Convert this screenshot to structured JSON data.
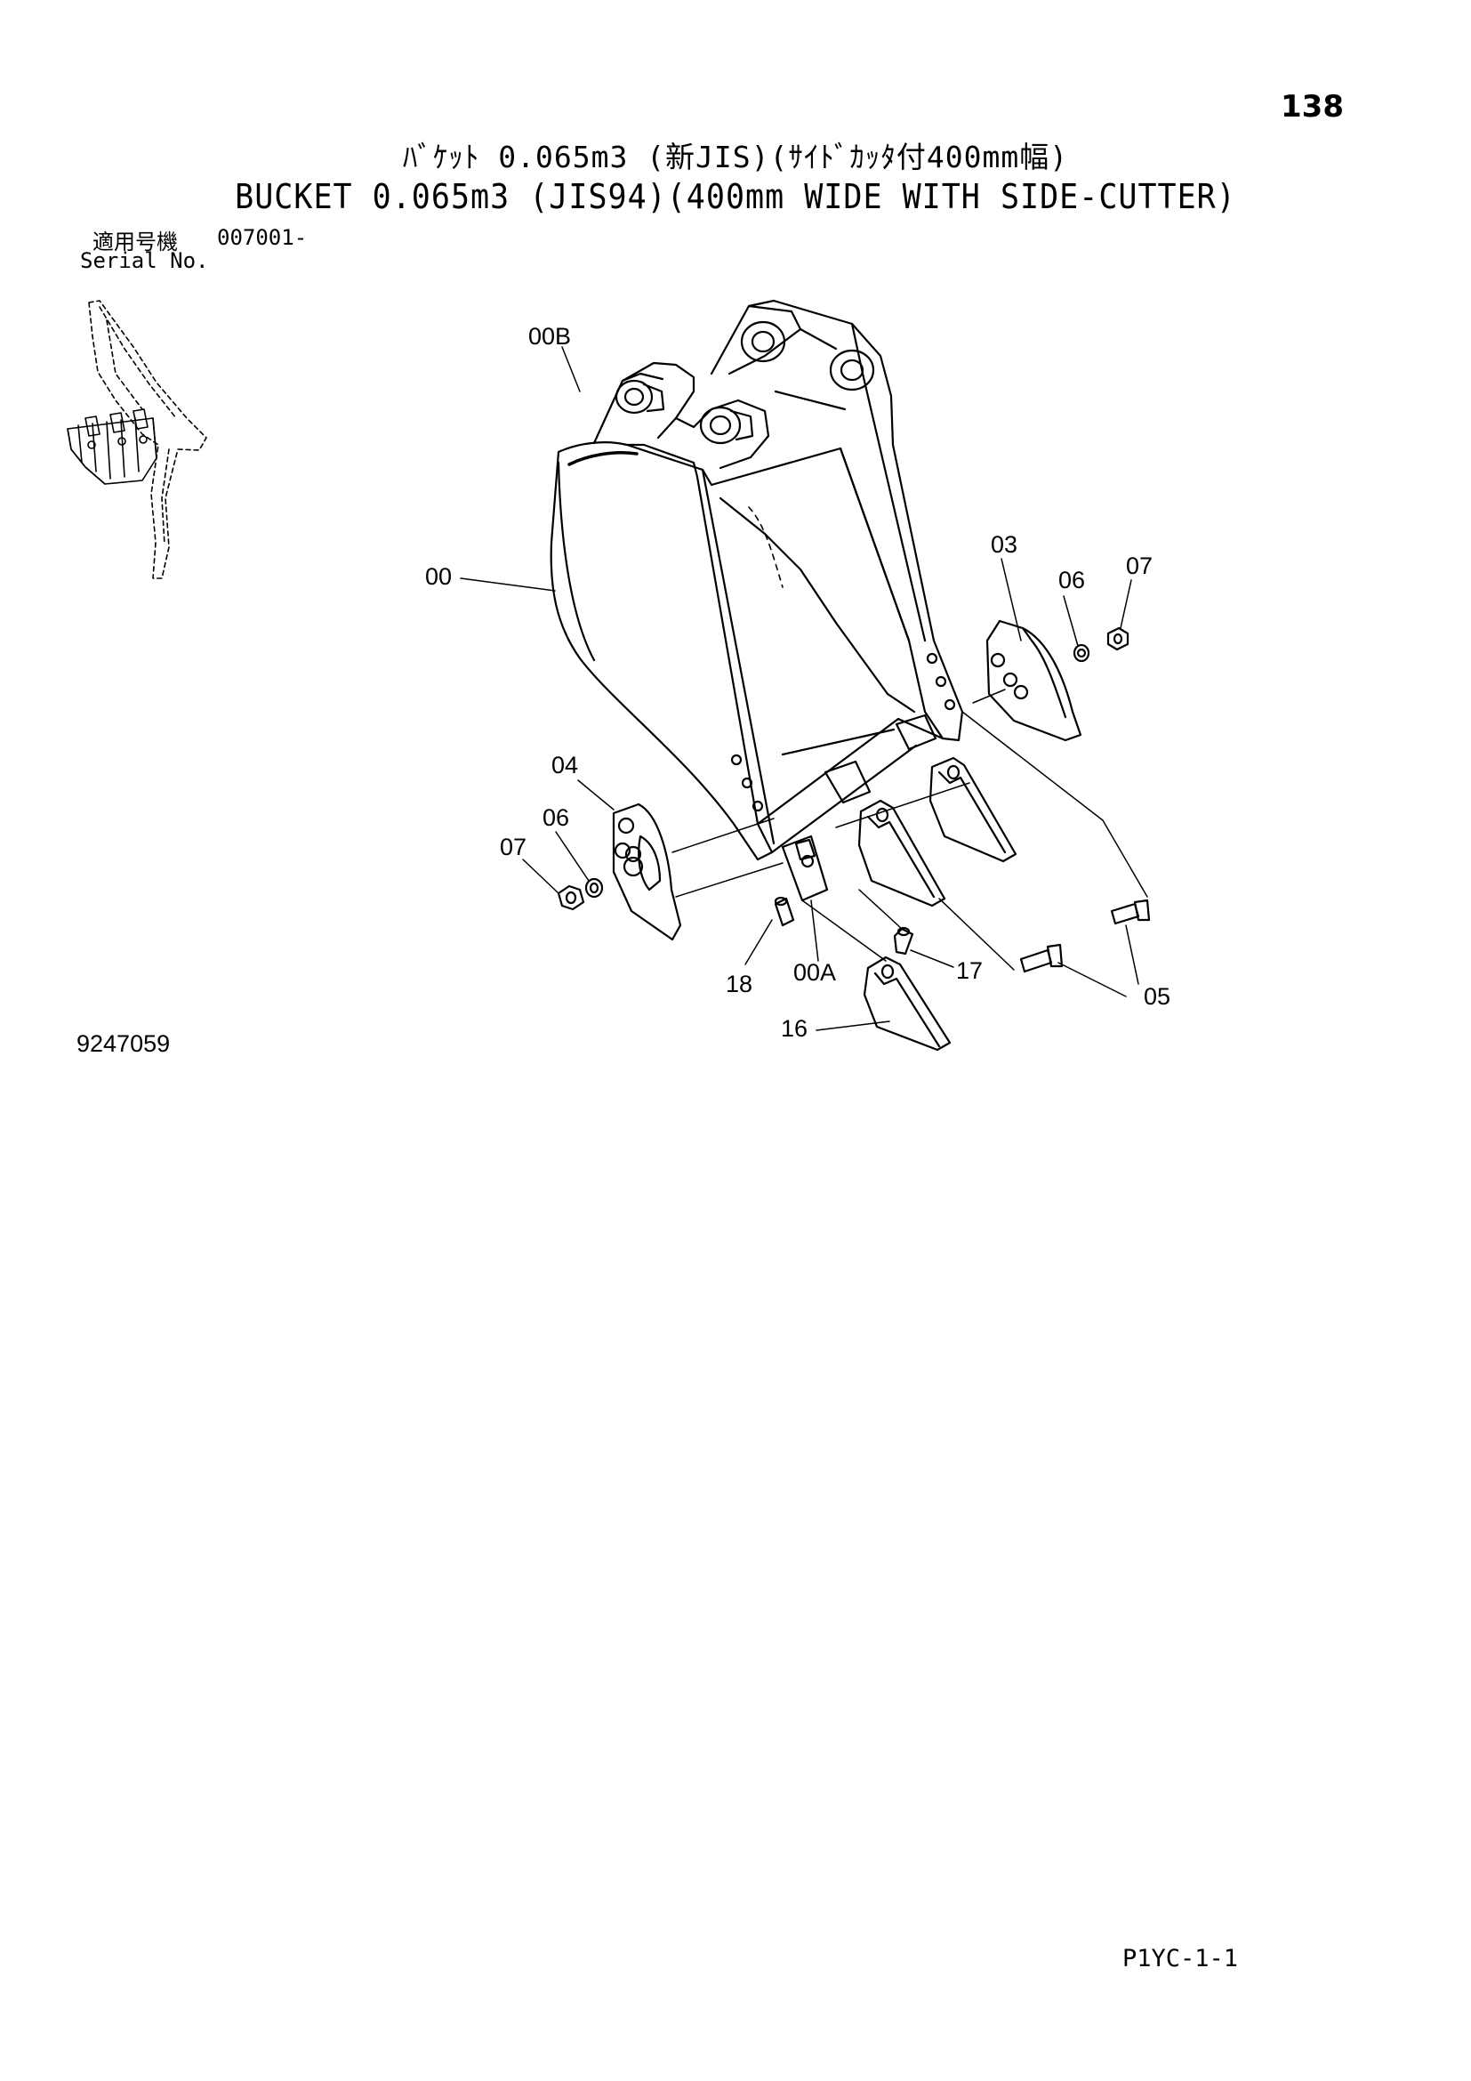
{
  "header": {
    "page_number": "138",
    "title_jp": "ﾊﾞｹｯﾄ 0.065m3 (新JIS)(ｻｲﾄﾞｶｯﾀ付400mm幅)",
    "title_en": "BUCKET 0.065m3 (JIS94)(400mm WIDE WITH SIDE-CUTTER)"
  },
  "serial": {
    "label_jp": "適用号機",
    "value": "007001-",
    "label_en": "Serial No."
  },
  "callouts": [
    "00B",
    "00",
    "03",
    "06",
    "07",
    "04",
    "06",
    "07",
    "18",
    "00A",
    "17",
    "16",
    "05"
  ],
  "footer": {
    "drawing_number": "9247059",
    "page_ref": "P1YC-1-1"
  }
}
